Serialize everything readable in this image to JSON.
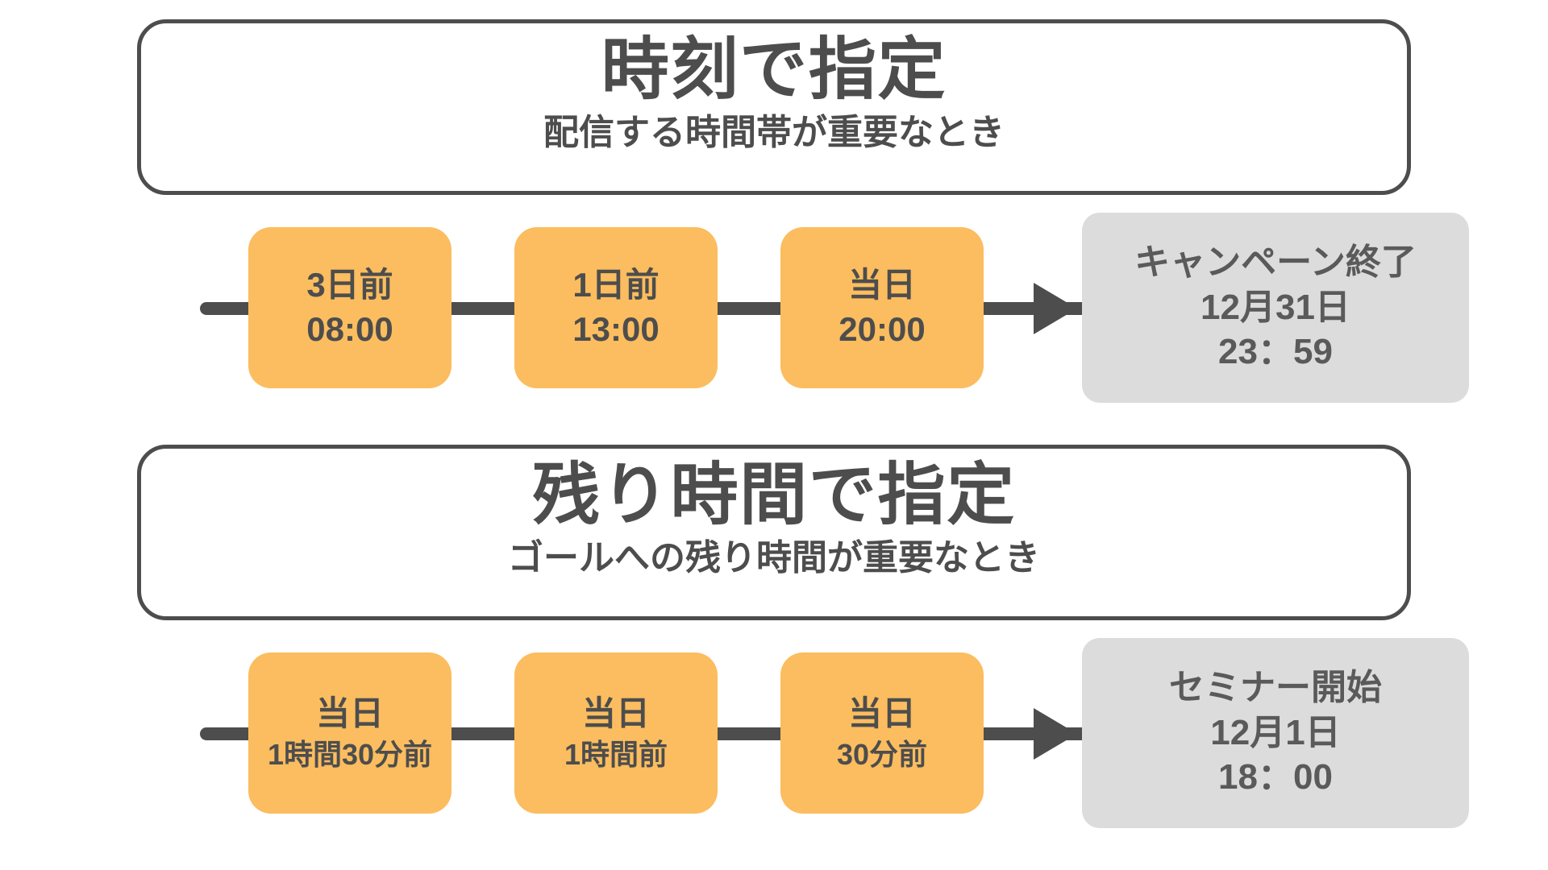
{
  "colors": {
    "node_fill": "#FBBD5F",
    "goal_fill": "#DCDCDC",
    "ink": "#4D4D4D",
    "goal_ink": "#5A5A5A",
    "background": "#FFFFFF"
  },
  "sections": [
    {
      "header": {
        "title": "時刻で指定",
        "subtitle": "配信する時間帯が重要なとき"
      },
      "timeline": {
        "nodes": [
          {
            "primary": "3日前",
            "secondary": "08:00",
            "secondary_small": false
          },
          {
            "primary": "1日前",
            "secondary": "13:00",
            "secondary_small": false
          },
          {
            "primary": "当日",
            "secondary": "20:00",
            "secondary_small": false
          }
        ],
        "goal": {
          "title": "キャンペーン終了",
          "date": "12月31日",
          "time": "23：59"
        }
      }
    },
    {
      "header": {
        "title": "残り時間で指定",
        "subtitle": "ゴールへの残り時間が重要なとき"
      },
      "timeline": {
        "nodes": [
          {
            "primary": "当日",
            "secondary": "1時間30分前",
            "secondary_small": true
          },
          {
            "primary": "当日",
            "secondary": "1時間前",
            "secondary_small": true
          },
          {
            "primary": "当日",
            "secondary": "30分前",
            "secondary_small": true
          }
        ],
        "goal": {
          "title": "セミナー開始",
          "date": "12月1日",
          "time": "18：00"
        }
      }
    }
  ]
}
